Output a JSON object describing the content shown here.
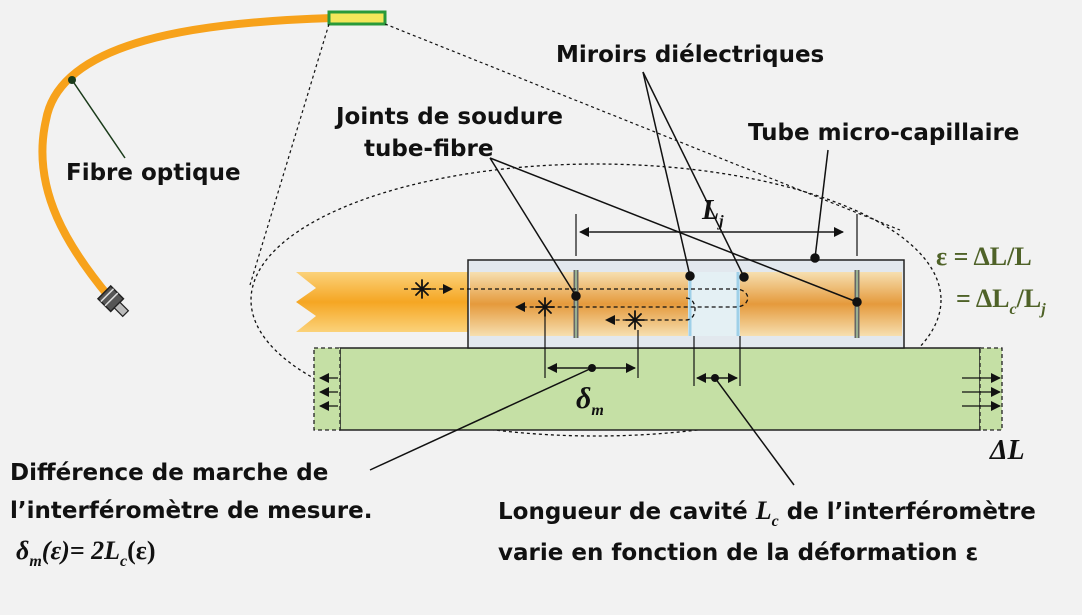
{
  "labels": {
    "fibre_optique": "Fibre optique",
    "miroirs": "Miroirs diélectriques",
    "joints_line1": "Joints de soudure",
    "joints_line2": "tube-fibre",
    "tube": "Tube micro-capillaire",
    "difference_line1": "Différence de marche de",
    "difference_line2": "l’interféromètre de mesure.",
    "longueur_prefix": "Longueur de cavité",
    "longueur_suffix": "de l’interféromètre",
    "varie": "varie en fonction de la déformation ε"
  },
  "math": {
    "Lj_main": "L",
    "Lj_sub": "j",
    "strain_eq1": "ε = ΔL/L",
    "strain_eq2_prefix": "= ΔL",
    "strain_eq2_sub1": "c",
    "strain_eq2_mid": "/L",
    "strain_eq2_sub2": "j",
    "delta_m_main": "δ",
    "delta_m_sub": "m",
    "delta_L": "ΔL",
    "formula_lhs": "δ",
    "formula_lhs_sub": "m",
    "formula_mid": "(ε)= 2L",
    "formula_sub": "c",
    "formula_end": "(ε)",
    "Lc_main": "L",
    "Lc_sub": "c"
  },
  "colors": {
    "fibre": "#f7a21b",
    "substrate": "#c5e0a5",
    "tube_fill": "#e8a75a",
    "strain_text": "#4f6228"
  }
}
